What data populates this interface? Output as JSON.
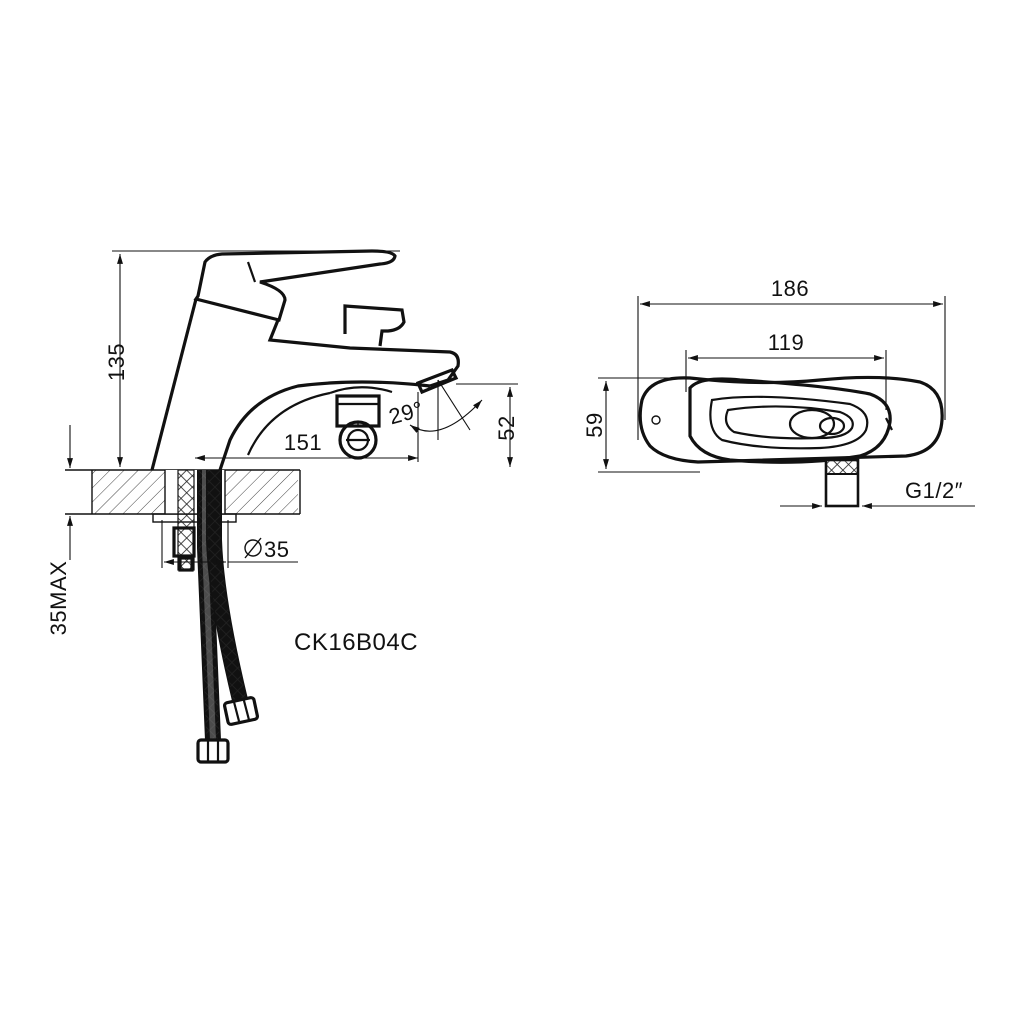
{
  "model_code": "CK16B04C",
  "side_view": {
    "dims": {
      "height": "135",
      "reach": "151",
      "angle": "29°",
      "spout_height": "52",
      "counter_thickness": "35MAX",
      "hole_diameter": "35"
    }
  },
  "top_view": {
    "dims": {
      "overall_length": "186",
      "handle_length": "119",
      "width": "59",
      "connection": "G1/2″"
    }
  }
}
